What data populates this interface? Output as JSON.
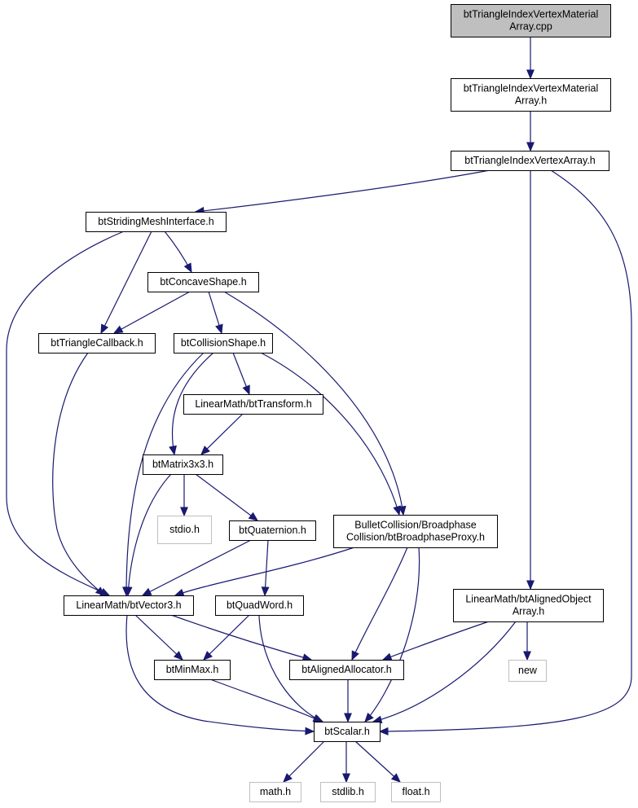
{
  "colors": {
    "edge": "#191970",
    "node_border": "#000000",
    "root_fill": "#bfbfbf",
    "missing_border": "#bfbfbf",
    "node_fill": "#ffffff",
    "text": "#000000"
  },
  "nodes": [
    {
      "id": "n0",
      "lines": [
        "btTriangleIndexVertexMaterial",
        "Array.cpp"
      ],
      "style": "root"
    },
    {
      "id": "n1",
      "lines": [
        "btTriangleIndexVertexMaterial",
        "Array.h"
      ],
      "style": "normal"
    },
    {
      "id": "n2",
      "lines": [
        "btTriangleIndexVertexArray.h"
      ],
      "style": "normal"
    },
    {
      "id": "n3",
      "lines": [
        "btStridingMeshInterface.h"
      ],
      "style": "normal"
    },
    {
      "id": "n4",
      "lines": [
        "btConcaveShape.h"
      ],
      "style": "normal"
    },
    {
      "id": "n5",
      "lines": [
        "btTriangleCallback.h"
      ],
      "style": "normal"
    },
    {
      "id": "n6",
      "lines": [
        "btCollisionShape.h"
      ],
      "style": "normal"
    },
    {
      "id": "n7",
      "lines": [
        "LinearMath/btTransform.h"
      ],
      "style": "normal"
    },
    {
      "id": "n8",
      "lines": [
        "btMatrix3x3.h"
      ],
      "style": "normal"
    },
    {
      "id": "n9",
      "lines": [
        "stdio.h"
      ],
      "style": "missing"
    },
    {
      "id": "n10",
      "lines": [
        "btQuaternion.h"
      ],
      "style": "normal"
    },
    {
      "id": "n11",
      "lines": [
        "BulletCollision/Broadphase",
        "Collision/btBroadphaseProxy.h"
      ],
      "style": "normal"
    },
    {
      "id": "n12",
      "lines": [
        "LinearMath/btVector3.h"
      ],
      "style": "normal"
    },
    {
      "id": "n13",
      "lines": [
        "btQuadWord.h"
      ],
      "style": "normal"
    },
    {
      "id": "n14",
      "lines": [
        "LinearMath/btAlignedObject",
        "Array.h"
      ],
      "style": "normal"
    },
    {
      "id": "n15",
      "lines": [
        "btMinMax.h"
      ],
      "style": "normal"
    },
    {
      "id": "n16",
      "lines": [
        "btAlignedAllocator.h"
      ],
      "style": "normal"
    },
    {
      "id": "n17",
      "lines": [
        "new"
      ],
      "style": "missing"
    },
    {
      "id": "n18",
      "lines": [
        "btScalar.h"
      ],
      "style": "normal"
    },
    {
      "id": "n19",
      "lines": [
        "math.h"
      ],
      "style": "missing"
    },
    {
      "id": "n20",
      "lines": [
        "stdlib.h"
      ],
      "style": "missing"
    },
    {
      "id": "n21",
      "lines": [
        "float.h"
      ],
      "style": "missing"
    }
  ],
  "edges": [
    {
      "from": "n0",
      "to": "n1"
    },
    {
      "from": "n1",
      "to": "n2"
    },
    {
      "from": "n2",
      "to": "n3"
    },
    {
      "from": "n2",
      "to": "n14"
    },
    {
      "from": "n2",
      "to": "n18"
    },
    {
      "from": "n3",
      "to": "n12"
    },
    {
      "from": "n3",
      "to": "n5"
    },
    {
      "from": "n3",
      "to": "n4"
    },
    {
      "from": "n4",
      "to": "n5"
    },
    {
      "from": "n4",
      "to": "n6"
    },
    {
      "from": "n4",
      "to": "n11"
    },
    {
      "from": "n5",
      "to": "n12"
    },
    {
      "from": "n6",
      "to": "n12"
    },
    {
      "from": "n6",
      "to": "n8"
    },
    {
      "from": "n6",
      "to": "n7"
    },
    {
      "from": "n6",
      "to": "n11"
    },
    {
      "from": "n7",
      "to": "n8"
    },
    {
      "from": "n8",
      "to": "n9"
    },
    {
      "from": "n8",
      "to": "n10"
    },
    {
      "from": "n8",
      "to": "n12"
    },
    {
      "from": "n10",
      "to": "n12"
    },
    {
      "from": "n10",
      "to": "n13"
    },
    {
      "from": "n11",
      "to": "n12"
    },
    {
      "from": "n11",
      "to": "n16"
    },
    {
      "from": "n11",
      "to": "n18"
    },
    {
      "from": "n12",
      "to": "n15"
    },
    {
      "from": "n12",
      "to": "n16"
    },
    {
      "from": "n12",
      "to": "n18"
    },
    {
      "from": "n13",
      "to": "n15"
    },
    {
      "from": "n13",
      "to": "n18"
    },
    {
      "from": "n14",
      "to": "n16"
    },
    {
      "from": "n14",
      "to": "n17"
    },
    {
      "from": "n14",
      "to": "n18"
    },
    {
      "from": "n15",
      "to": "n18"
    },
    {
      "from": "n16",
      "to": "n18"
    },
    {
      "from": "n18",
      "to": "n19"
    },
    {
      "from": "n18",
      "to": "n20"
    },
    {
      "from": "n18",
      "to": "n21"
    }
  ]
}
